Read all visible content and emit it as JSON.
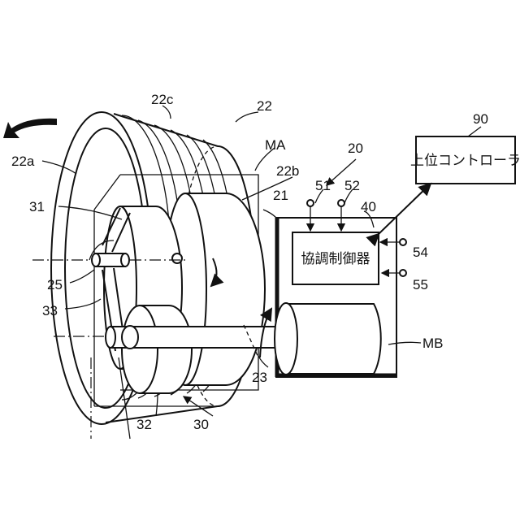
{
  "labels": {
    "n22c": "22c",
    "n22": "22",
    "n22a": "22a",
    "nMA": "MA",
    "n22b": "22b",
    "n20": "20",
    "n21": "21",
    "n31": "31",
    "n51": "51",
    "n52": "52",
    "n40": "40",
    "n90": "90",
    "n54": "54",
    "n55": "55",
    "n25": "25",
    "n33": "33",
    "nMB": "MB",
    "n23": "23",
    "n32": "32",
    "n30": "30"
  },
  "boxes": {
    "coordination_controller": "協調制御器",
    "host_controller": "上位コントローラ"
  }
}
